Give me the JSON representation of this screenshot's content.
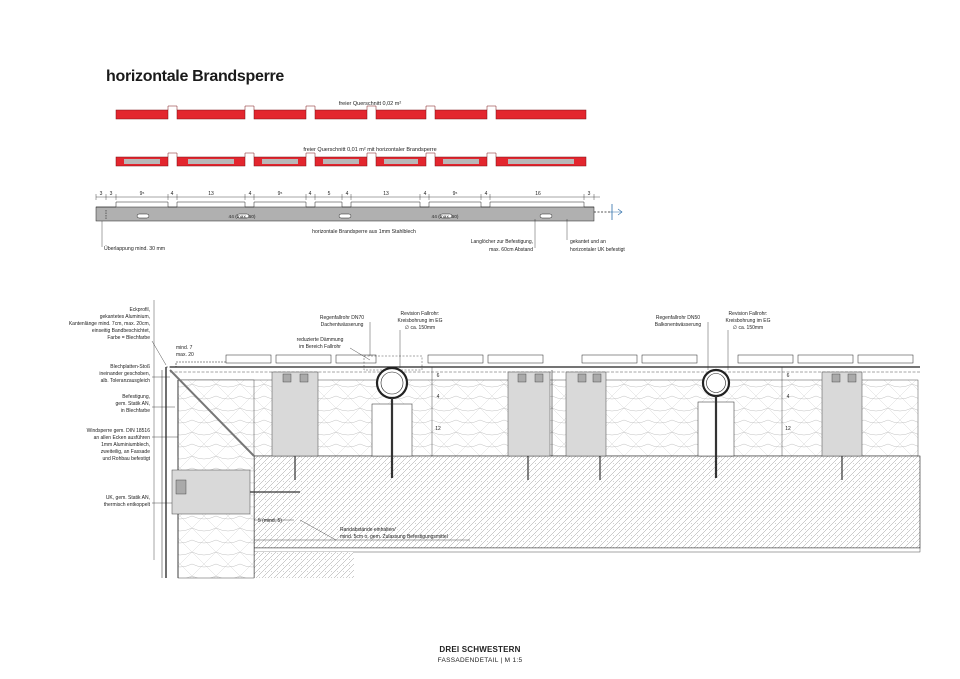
{
  "title": "horizontale Brandsperre",
  "strips": {
    "label_open": "freier Querschnitt 0,02 m²",
    "label_barrier": "freier Querschnitt 0,01 m² mit horizontaler Brandsperre"
  },
  "profile": {
    "dims": [
      "3",
      "3",
      "9⁵",
      "4",
      "13",
      "4",
      "9⁵",
      "4",
      "5",
      "4",
      "13",
      "4",
      "9⁵",
      "4",
      "16",
      "3"
    ],
    "dim_inner_left": "44 (max. 60)",
    "dim_inner_right": "44 (max. 60)",
    "label_material": "horizontale Brandsperre aus 1mm Stahlblech",
    "label_overlap": "Überlappung mind. 30 mm",
    "label_slots_1": "Langlöcher zur Befestigung,",
    "label_slots_2": "max. 60cm Abstand",
    "label_fold_1": "gekantet und an",
    "label_fold_2": "horizontaler UK befestigt"
  },
  "detail": {
    "left_notes": {
      "corner": [
        "Eckprofil,",
        "gekantetes Aluminium,",
        "Kantenlänge mind. 7cm, max. 20cm,",
        "einseitig Bandbeschichtet,",
        "Farbe = Blechfarbe"
      ],
      "joint": [
        "Blechplatten-Stoß",
        "ineinander geschoben,",
        "alb. Toleranzausgleich"
      ],
      "fixing": [
        "Befestigung,",
        "gem. Statik AN,",
        "in Blechfarbe"
      ],
      "wind": [
        "Windsperre gem. DIN 18516",
        "an allen Ecken ausführen",
        "1mm Aluminiumblech,",
        "zweiteilig, an Fassade",
        "und Rohbau befestigt"
      ],
      "uk": [
        "UK, gem. Statik AN,",
        "thermisch entkoppelt"
      ]
    },
    "dim_corner_1": "mind. 7",
    "dim_corner_2": "max. 20",
    "top_notes": {
      "downpipe_a": [
        "Regenfallrohr DN70",
        "Dachentwässerung"
      ],
      "revision_a": [
        "Revision Fallrohr:",
        "Kreisbohrung im EG",
        "∅ ca. 150mm"
      ],
      "insulation": [
        "reduzierte Dämmung",
        "im Bereich Fallrohr"
      ],
      "downpipe_b": [
        "Regenfallrohr DN50",
        "Balkonentwässerung"
      ],
      "revision_b": [
        "Revision Fallrohr:",
        "Kreisbohrung im EG",
        "∅ ca. 150mm"
      ]
    },
    "dim_vertical_a": [
      "6",
      "4",
      "12"
    ],
    "dim_vertical_b": [
      "6",
      "4",
      "12"
    ],
    "dim_edge": "5 (mind. 5)",
    "edge_note": [
      "Randabstände einhalten/",
      "mind. 5cm o. gem. Zulassung Befestigungsmittel"
    ]
  },
  "footer": {
    "project": "DREI SCHWESTERN",
    "sheet": "FASSADENDETAIL | M 1:5"
  },
  "colors": {
    "red": "#e3262e",
    "grey_fill": "#b8b8b8",
    "line": "#222222",
    "hatch": "#9a9a9a"
  }
}
